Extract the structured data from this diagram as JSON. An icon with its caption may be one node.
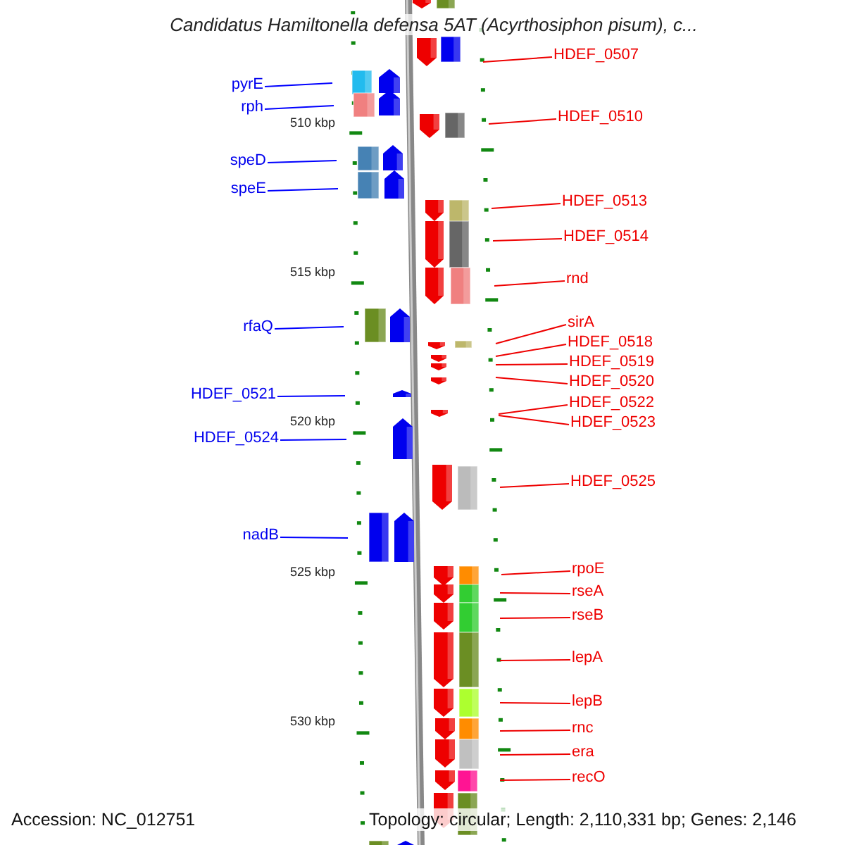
{
  "diagram": {
    "title": "Candidatus Hamiltonella defensa 5AT (Acyrthosiphon pisum), c...",
    "nodes": [
      {
        "text": [
          "HDEF_0507"
        ]
      },
      {
        "text": [
          "pyrE"
        ]
      },
      {
        "text": [
          "rph"
        ]
      },
      {
        "text": [
          "HDEF_0510"
        ]
      },
      {
        "text": [
          "speD"
        ]
      },
      {
        "text": [
          "speE"
        ]
      },
      {
        "text": [
          "HDEF_0513"
        ]
      },
      {
        "text": [
          "HDEF_0514"
        ]
      },
      {
        "text": [
          "rnd"
        ]
      },
      {
        "text": [
          "sirA"
        ]
      },
      {
        "text": [
          "rfaQ"
        ]
      },
      {
        "text": [
          "HDEF_0518"
        ]
      },
      {
        "text": [
          "HDEF_0519"
        ]
      },
      {
        "text": [
          "HDEF_0520"
        ]
      },
      {
        "text": [
          "HDEF_0521"
        ]
      },
      {
        "text": [
          "HDEF_0522"
        ]
      },
      {
        "text": [
          "HDEF_0523"
        ]
      },
      {
        "text": [
          "HDEF_0524"
        ]
      },
      {
        "text": [
          "HDEF_0525"
        ]
      },
      {
        "text": [
          "nadB"
        ]
      },
      {
        "text": [
          "rpoE"
        ]
      },
      {
        "text": [
          "rseA"
        ]
      },
      {
        "text": [
          "rseB"
        ]
      },
      {
        "text": [
          "lepA"
        ]
      },
      {
        "text": [
          "lepB"
        ]
      },
      {
        "text": [
          "rnc"
        ]
      },
      {
        "text": [
          "era"
        ]
      },
      {
        "text": [
          "recO"
        ]
      }
    ],
    "edges": [
      {
        "from": 0,
        "to": null,
        "arrow": "none"
      },
      {
        "from": 1,
        "to": null,
        "arrow": "none",
        "color": "#0000ff"
      },
      {
        "from": 2,
        "to": null,
        "arrow": "none",
        "color": "#0000ff"
      },
      {
        "from": 3,
        "to": null,
        "arrow": "none"
      },
      {
        "from": 4,
        "to": null,
        "arrow": "none",
        "color": "#0000ff"
      },
      {
        "from": 5,
        "to": null,
        "arrow": "none",
        "color": "#0000ff"
      },
      {
        "from": 6,
        "to": null,
        "arrow": "none"
      },
      {
        "from": 7,
        "to": null,
        "arrow": "none"
      },
      {
        "from": 8,
        "to": null,
        "arrow": "none"
      },
      {
        "from": 9,
        "to": null,
        "arrow": "none"
      },
      {
        "from": 10,
        "to": null,
        "arrow": "none",
        "color": "#0000ff"
      },
      {
        "from": 11,
        "to": null,
        "arrow": "none"
      },
      {
        "from": 12,
        "to": null,
        "arrow": "none"
      },
      {
        "from": 13,
        "to": null,
        "arrow": "none"
      },
      {
        "from": 14,
        "to": null,
        "arrow": "none",
        "color": "#0000ff"
      },
      {
        "from": 15,
        "to": null,
        "arrow": "none"
      },
      {
        "from": 16,
        "to": null,
        "arrow": "none"
      },
      {
        "from": 17,
        "to": null,
        "arrow": "none",
        "color": "#0000ff"
      },
      {
        "from": 18,
        "to": null,
        "arrow": "none"
      },
      {
        "from": 19,
        "to": null,
        "arrow": "none",
        "color": "#0000ff"
      },
      {
        "from": 20,
        "to": null,
        "arrow": "none"
      },
      {
        "from": 21,
        "to": null,
        "arrow": "none"
      },
      {
        "from": 22,
        "to": null,
        "arrow": "none"
      },
      {
        "from": 23,
        "to": null,
        "arrow": "none"
      },
      {
        "from": 24,
        "to": null,
        "arrow": "none"
      },
      {
        "from": 25,
        "to": null,
        "arrow": "none"
      },
      {
        "from": 26,
        "to": null,
        "arrow": "none"
      },
      {
        "from": 27,
        "to": null,
        "arrow": "none"
      }
    ],
    "labels": [
      "510 kbp",
      "515 kbp",
      "520 kbp",
      "525 kbp",
      "530 kbp",
      "Accession: NC_012751",
      "Topology: circular; Length: 2,110,331 bp; Genes: 2,146"
    ]
  }
}
